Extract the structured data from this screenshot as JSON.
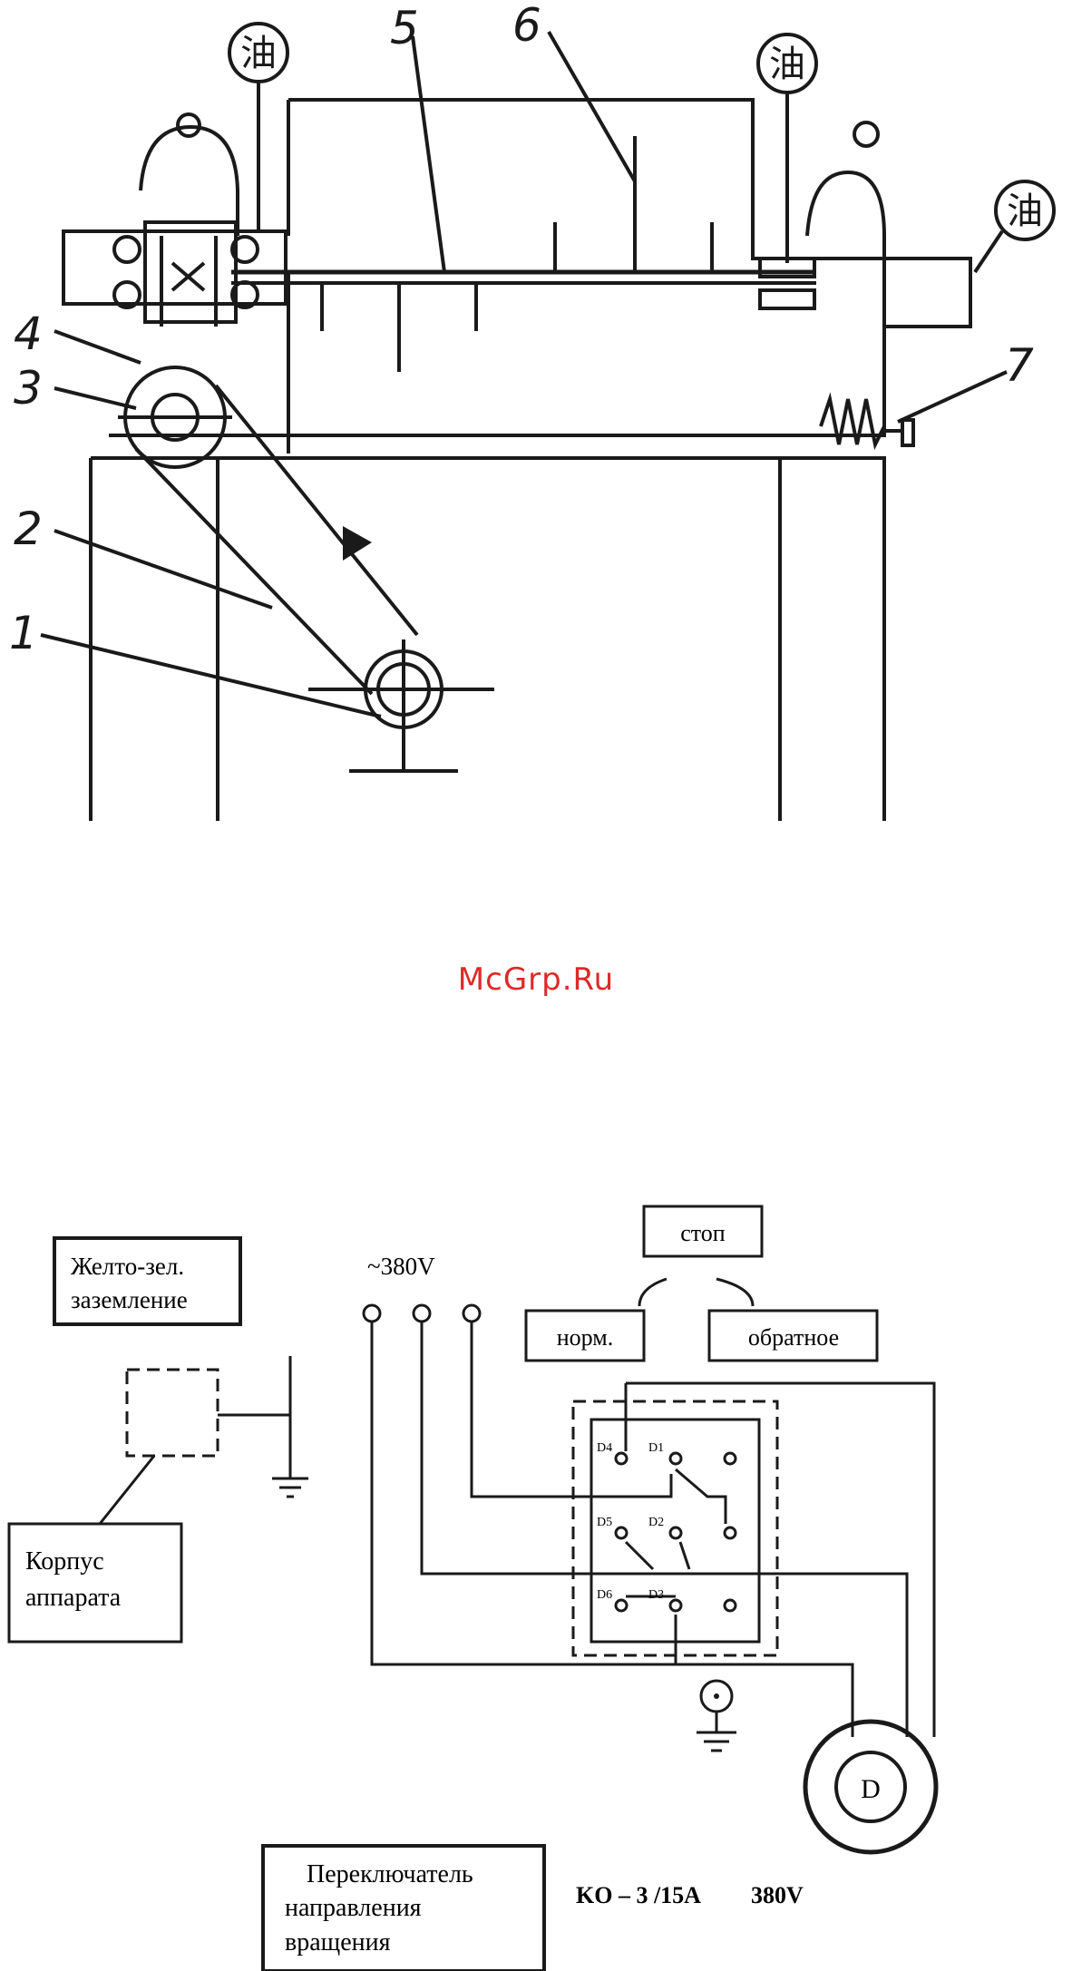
{
  "mechanical": {
    "oil_symbols": [
      "油",
      "油",
      "油"
    ],
    "part_numbers": [
      "1",
      "2",
      "3",
      "4",
      "5",
      "6",
      "7"
    ]
  },
  "watermark": "McGrp.Ru",
  "electrical": {
    "ground_label_line1": "Желто-зел.",
    "ground_label_line2": "заземление",
    "voltage": "~380V",
    "stop": "стоп",
    "normal": "норм.",
    "reverse": "обратное",
    "housing_line1": "Корпус",
    "housing_line2": "аппарата",
    "contacts": [
      "D4",
      "D1",
      "D5",
      "D2",
      "D6",
      "D3"
    ],
    "motor": "D",
    "switch_line1": "Переключатель",
    "switch_line2": "направления",
    "switch_line3": "вращения",
    "model": "KO – 3 /15A",
    "model_voltage": "380V"
  }
}
